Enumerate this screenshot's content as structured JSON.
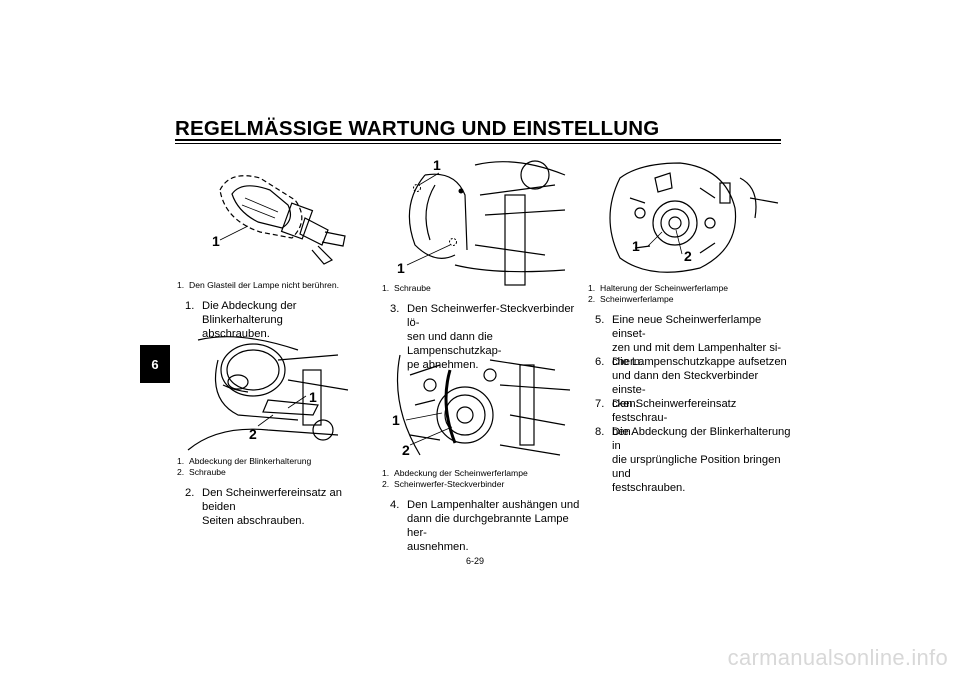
{
  "header": {
    "title": "REGELMÄSSIGE WARTUNG UND EINSTELLUNG"
  },
  "chapter_tab": "6",
  "figures": {
    "fig1": {
      "callouts": [
        "1"
      ],
      "captions": [
        {
          "num": "1.",
          "text": "Den Glasteil der Lampe nicht berühren."
        }
      ]
    },
    "fig2": {
      "callouts": [
        "1",
        "2"
      ],
      "captions": [
        {
          "num": "1.",
          "text": "Abdeckung der Blinkerhalterung"
        },
        {
          "num": "2.",
          "text": "Schraube"
        }
      ]
    },
    "fig3": {
      "callouts": [
        "1",
        "1"
      ],
      "captions": [
        {
          "num": "1.",
          "text": "Schraube"
        }
      ]
    },
    "fig4": {
      "callouts": [
        "1",
        "2"
      ],
      "captions": [
        {
          "num": "1.",
          "text": "Abdeckung der Scheinwerferlampe"
        },
        {
          "num": "2.",
          "text": "Scheinwerfer-Steckverbinder"
        }
      ]
    },
    "fig5": {
      "callouts": [
        "1",
        "2"
      ],
      "captions": [
        {
          "num": "1.",
          "text": "Halterung der Scheinwerferlampe"
        },
        {
          "num": "2.",
          "text": "Scheinwerferlampe"
        }
      ]
    }
  },
  "steps": {
    "s1": {
      "n": "1.",
      "lines": [
        "Die Abdeckung der Blinkerhalterung",
        "abschrauben."
      ]
    },
    "s2": {
      "n": "2.",
      "lines": [
        "Den Scheinwerfereinsatz an beiden",
        "Seiten abschrauben."
      ]
    },
    "s3": {
      "n": "3.",
      "lines": [
        "Den Scheinwerfer-Steckverbinder lö-",
        "sen und dann die Lampenschutzkap-",
        "pe abnehmen."
      ]
    },
    "s4": {
      "n": "4.",
      "lines": [
        "Den Lampenhalter aushängen und",
        "dann die durchgebrannte Lampe her-",
        "ausnehmen."
      ]
    },
    "s5": {
      "n": "5.",
      "lines": [
        "Eine neue Scheinwerferlampe einset-",
        "zen und mit dem Lampenhalter si-",
        "chern."
      ]
    },
    "s6": {
      "n": "6.",
      "lines": [
        "Die Lampenschutzkappe aufsetzen",
        "und dann den Steckverbinder einste-",
        "cken."
      ]
    },
    "s7": {
      "n": "7.",
      "lines": [
        "Den Scheinwerfereinsatz festschrau-",
        "ben."
      ]
    },
    "s8": {
      "n": "8.",
      "lines": [
        "Die Abdeckung der Blinkerhalterung in",
        "die ursprüngliche Position bringen und",
        "festschrauben."
      ]
    }
  },
  "footer": {
    "page_number": "6-29",
    "watermark": "carmanualsonline.info"
  }
}
